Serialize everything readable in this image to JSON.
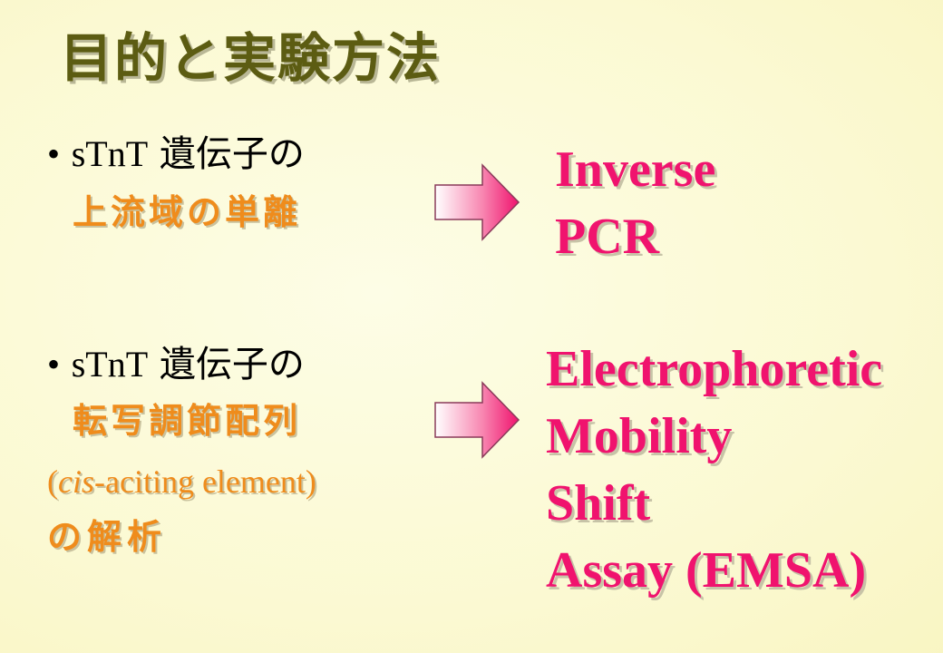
{
  "title": "目的と実験方法",
  "items": [
    {
      "bullet": "•",
      "gene": "sTnT",
      "suffix": "遺伝子の",
      "topic_lines": [
        "上流域の単離"
      ],
      "method_lines": [
        "Inverse",
        "PCR"
      ]
    },
    {
      "bullet": "•",
      "gene": "sTnT",
      "suffix": "遺伝子の",
      "topic_line1": "転写調節配列",
      "paren_open": "(",
      "cis": "cis",
      "cis_rest": "-aciting element)",
      "topic_line3": "の解析",
      "method_lines": [
        "Electrophoretic",
        "Mobility",
        "Shift",
        "Assay (EMSA)"
      ]
    }
  ],
  "colors": {
    "title": "#5c5c12",
    "accent_orange": "#ef8c1c",
    "accent_pink": "#f0136e",
    "arrow_fill": "#f0136e"
  },
  "icons": [
    "right-arrow-icon",
    "right-arrow-icon"
  ]
}
